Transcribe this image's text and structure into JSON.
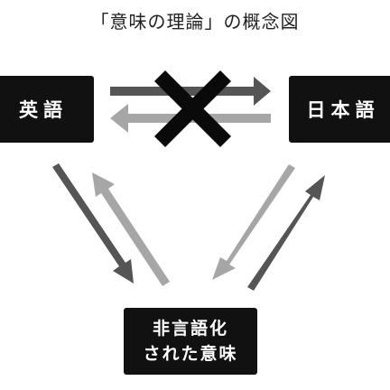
{
  "title": "「意味の理論」の概念図",
  "nodes": {
    "english": "英語",
    "japanese": "日本語",
    "nonverbal_line1": "非言語化",
    "nonverbal_line2": "された意味"
  },
  "colors": {
    "dark_arrow": "#555555",
    "light_arrow": "#a6a6a6",
    "cross": "#0a0a0a",
    "box": "#111111"
  }
}
